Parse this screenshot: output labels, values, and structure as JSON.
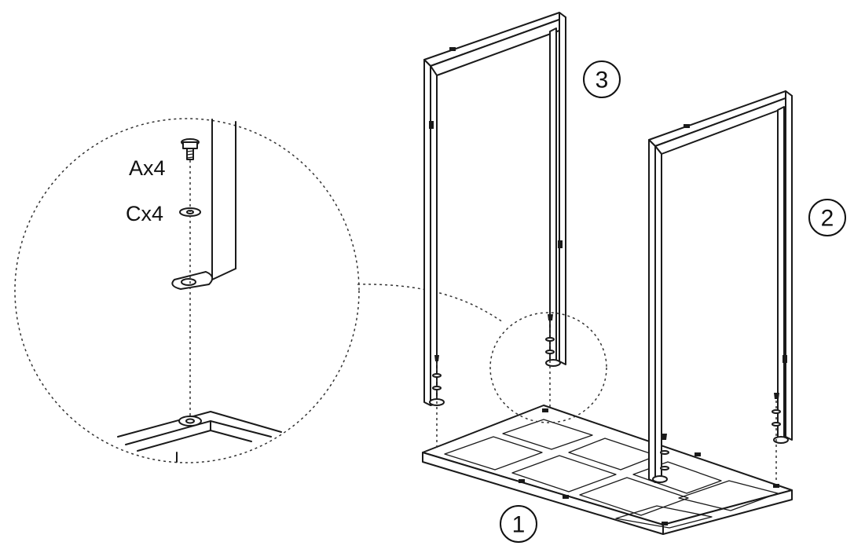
{
  "part_labels": {
    "base_frame": "1",
    "right_frame": "2",
    "left_frame": "3"
  },
  "hardware": {
    "bolt": "Ax4",
    "washer": "Cx4"
  }
}
